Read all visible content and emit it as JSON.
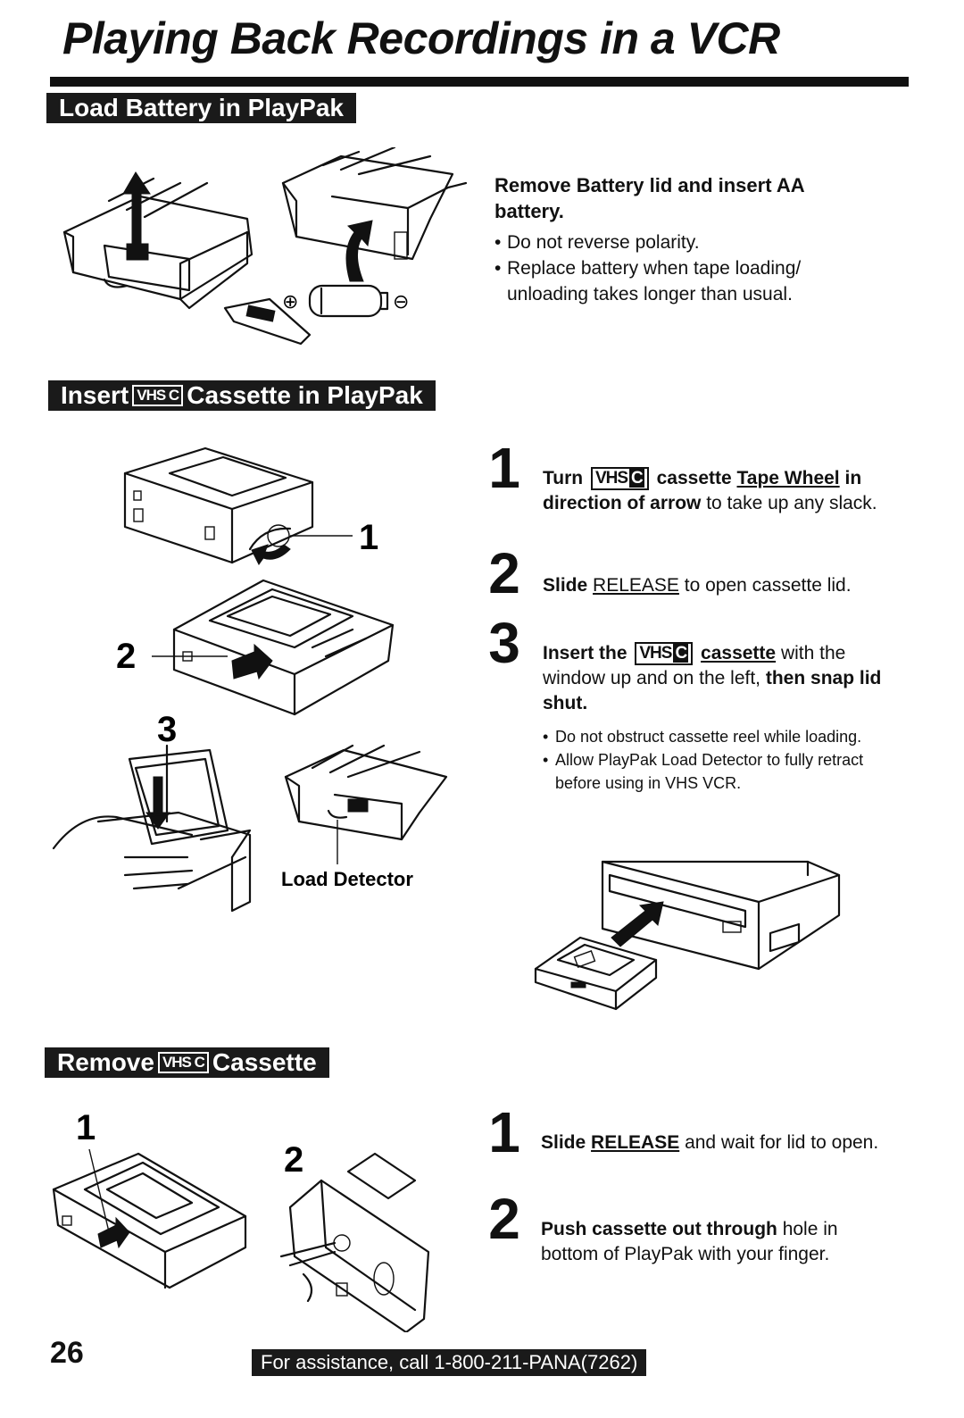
{
  "page_title": "Playing Back Recordings in a VCR",
  "sections": {
    "battery": {
      "heading": "Load Battery in PlayPak",
      "instruction_bold": "Remove Battery lid and insert AA battery.",
      "bullets": [
        "Do not reverse polarity.",
        "Replace battery when tape loading/ unloading takes longer than usual."
      ],
      "plus_symbol": "⊕",
      "minus_symbol": "⊖"
    },
    "insert": {
      "heading_before": "Insert",
      "vhsc_logo": "VHS C",
      "heading_after": "Cassette in PlayPak",
      "callouts": [
        "1",
        "2",
        "3"
      ],
      "load_detector_label": "Load Detector",
      "steps": [
        {
          "num": "1",
          "p1": "Turn",
          "p2": "cassette",
          "p3": "Tape Wheel",
          "p4": "in direction of arrow",
          "p5": "to take up any slack."
        },
        {
          "num": "2",
          "p1": "Slide",
          "p2": "RELEASE",
          "p3": "to open cassette lid."
        },
        {
          "num": "3",
          "p1": "Insert the",
          "p2": "cassette",
          "p3": "with the window up and on the left,",
          "p4": "then snap lid shut."
        }
      ],
      "notes": [
        "Do not obstruct cassette reel while loading.",
        "Allow PlayPak Load Detector to fully retract before using in VHS VCR."
      ]
    },
    "remove": {
      "heading_before": "Remove",
      "vhsc_logo": "VHS C",
      "heading_after": "Cassette",
      "callouts": [
        "1",
        "2"
      ],
      "steps": [
        {
          "num": "1",
          "p1": "Slide",
          "p2": "RELEASE",
          "p3": "and wait for lid to open."
        },
        {
          "num": "2",
          "p1": "Push cassette out through",
          "p2": "hole in bottom of PlayPak with your finger."
        }
      ]
    }
  },
  "footer": {
    "page_number": "26",
    "assistance": "For assistance, call 1-800-211-PANA(7262)"
  },
  "icons": {
    "vhsc_inline_a": "VHS",
    "vhsc_inline_b": "C"
  }
}
